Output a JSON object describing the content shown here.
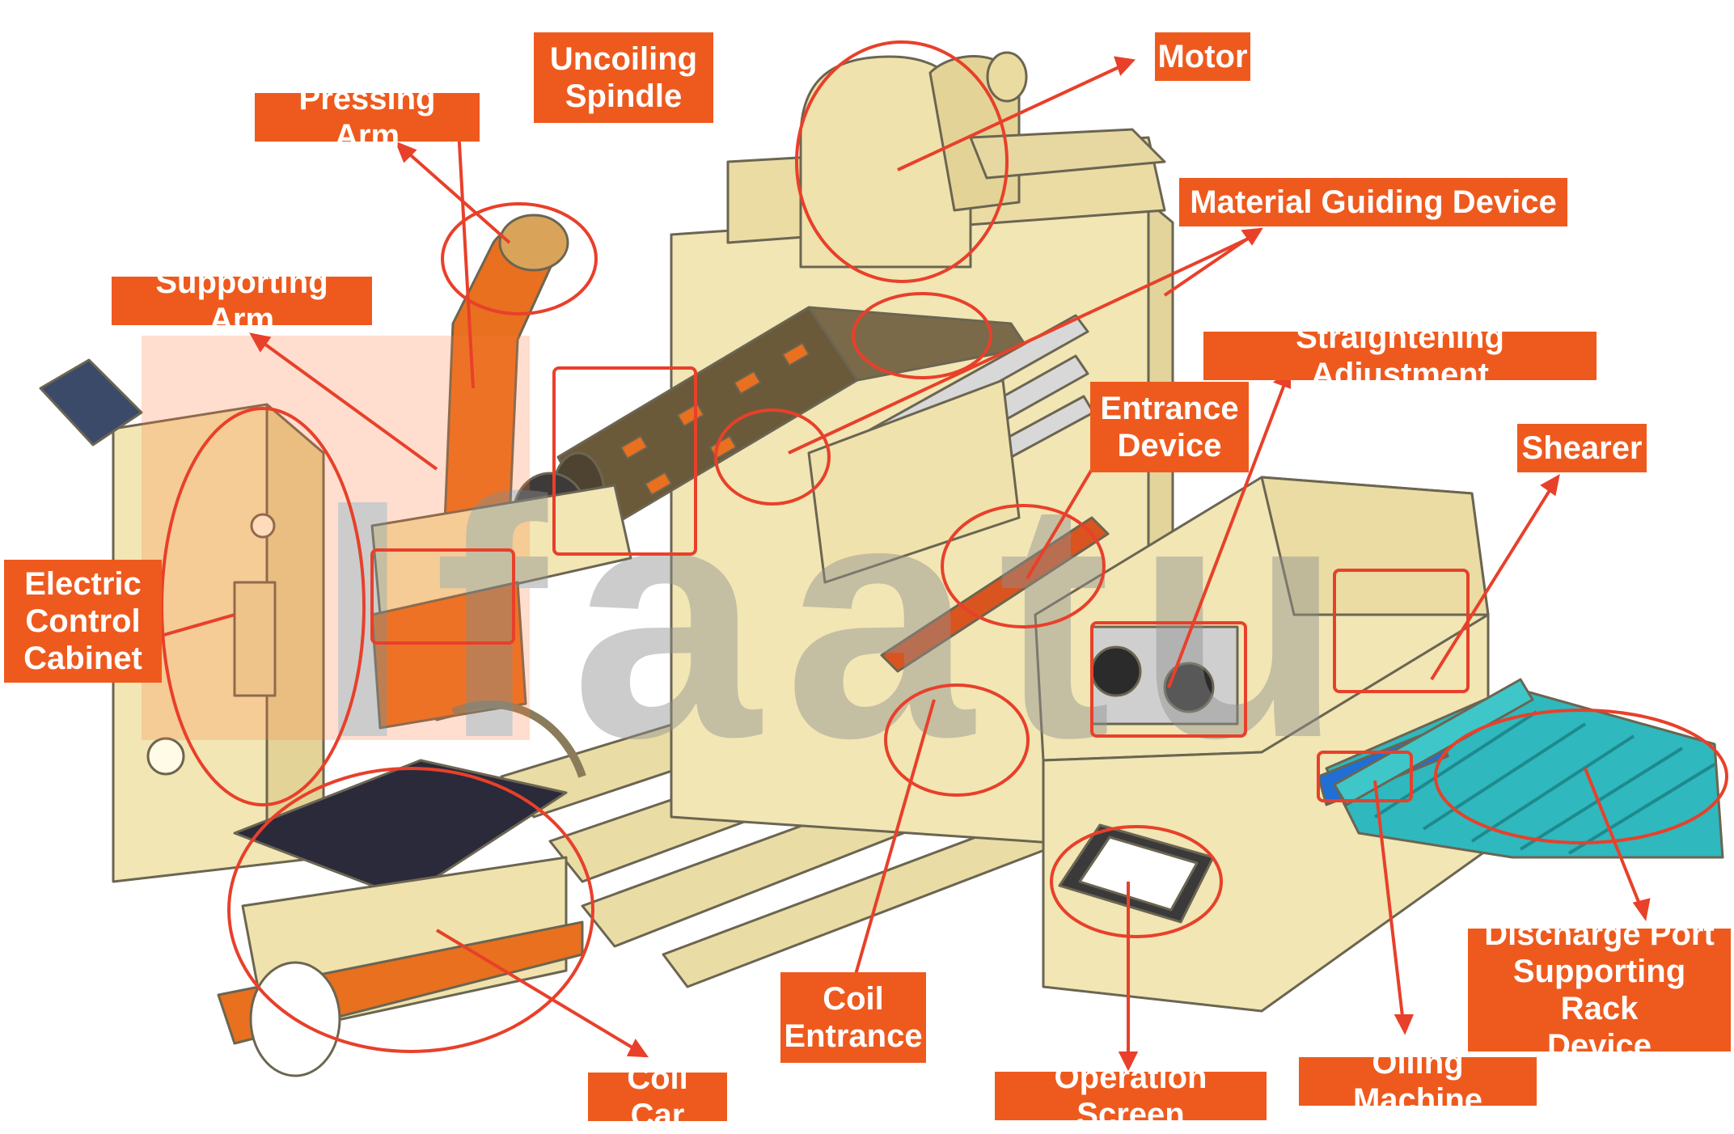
{
  "labels": {
    "motor": "Motor",
    "uncoiling_spindle": "Uncoiling\nSpindle",
    "pressing_arm": "Pressing Arm",
    "supporting_arm": "Supporting Arm",
    "material_guiding_device": "Material Guiding Device",
    "straightening_adjustment": "Straightening Adjustment",
    "entrance_device": "Entrance\nDevice",
    "shearer": "Shearer",
    "electric_control_cabinet": "Electric\nControl\nCabinet",
    "coil_entrance": "Coil\nEntrance",
    "coil_car": "Coil Car",
    "operation_screen": "Operation Screen",
    "oiling_machine": "Oiling Machine",
    "discharge_port_supporting_rack_device": "Discharge Port\nSupporting Rack\nDevice"
  },
  "watermark": "Ifaatu",
  "colors": {
    "callout_bg": "#ee5a1e",
    "callout_text": "#ffffff",
    "annotation": "#e8402a",
    "machine_body": "#f1e6b4",
    "machine_outline": "#6b6552",
    "arm_orange": "#e8701f",
    "roller_teal": "#2fb8bd",
    "spindle_brown": "#6b5a3a",
    "watermark_gray": "#8f8f8f"
  }
}
